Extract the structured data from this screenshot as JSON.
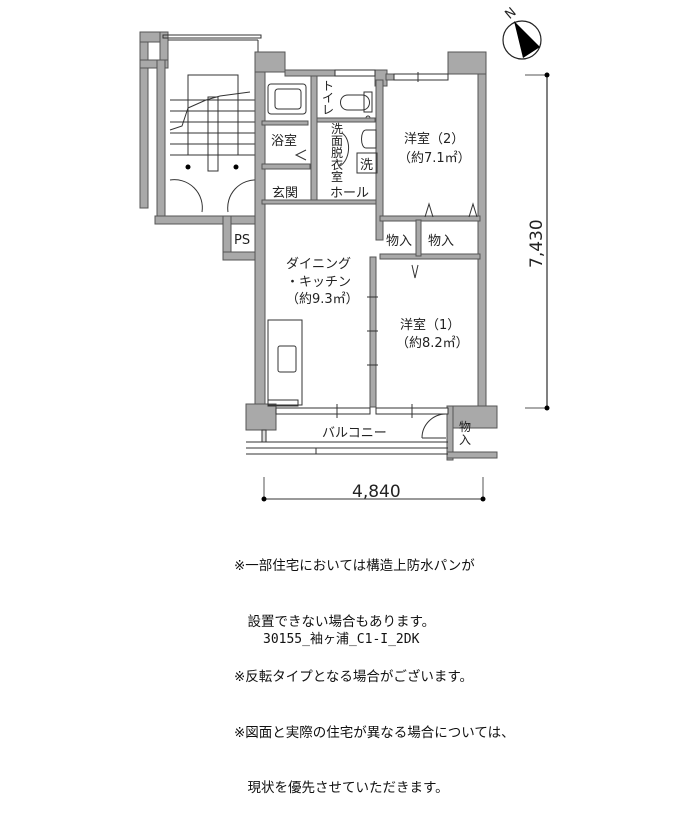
{
  "rooms": {
    "bath": "浴室",
    "toilet": "トイレ",
    "washroom": "洗面脱衣室",
    "washer": "洗",
    "entrance": "玄関",
    "hall": "ホール",
    "ps": "PS",
    "western2_name": "洋室（2）",
    "western2_area": "（約7.1㎡）",
    "closet1": "物入",
    "closet2": "物入",
    "dk_name1": "ダイニング",
    "dk_name2": "・キッチン",
    "dk_area": "（約9.3㎡）",
    "western1_name": "洋室（1）",
    "western1_area": "（約8.2㎡）",
    "balcony": "バルコニー",
    "balcony_closet": "物入"
  },
  "dimensions": {
    "width": "4,840",
    "depth": "7,430"
  },
  "compass": {
    "north_label": "N"
  },
  "notes": [
    "※一部住宅においては構造上防水パンが",
    "　設置できない場合もあります。",
    "※反転タイプとなる場合がございます。",
    "※図面と実際の住宅が異なる場合については、",
    "　現状を優先させていただきます。"
  ],
  "plan_code": "30155_袖ヶ浦_C1-I_2DK"
}
